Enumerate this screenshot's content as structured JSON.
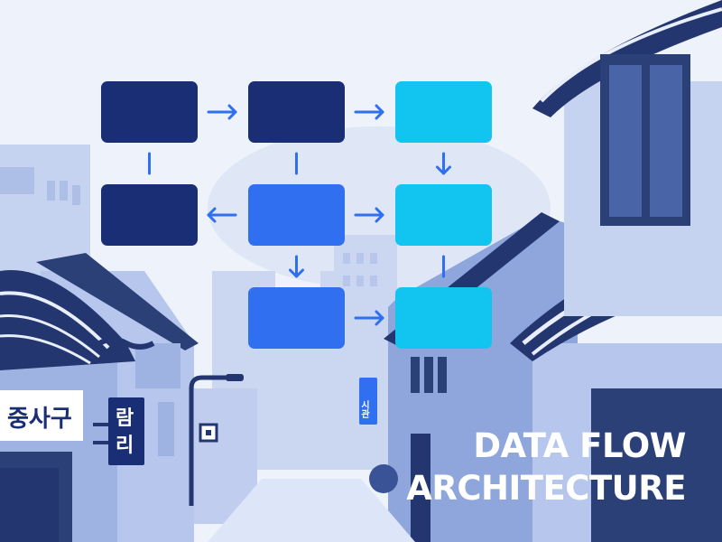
{
  "title": {
    "line1": "DATA FLOW",
    "line2": "ARCHITECTURE"
  },
  "signs": {
    "left_shop": "중사구",
    "hanging_top": "람",
    "hanging_bottom": "리",
    "right_blue": "시관"
  },
  "colors": {
    "sky": "#eef2fb",
    "building_light": "#b9c8ec",
    "building_mid": "#8fa6dc",
    "roof": "#23366f",
    "navy": "#1a2e75",
    "royal": "#2f6ff0",
    "cyan": "#12c4f0",
    "arrow": "#2f6ff0"
  },
  "diagram": {
    "nodes": [
      {
        "id": "r1c1",
        "color": "navy"
      },
      {
        "id": "r1c2",
        "color": "navy"
      },
      {
        "id": "r1c3",
        "color": "cyan"
      },
      {
        "id": "r2c1",
        "color": "navy"
      },
      {
        "id": "r2c2",
        "color": "royal"
      },
      {
        "id": "r2c3",
        "color": "cyan"
      },
      {
        "id": "r3c2",
        "color": "royal"
      },
      {
        "id": "r3c3",
        "color": "cyan"
      }
    ],
    "edges": [
      {
        "from": "r1c1",
        "to": "r1c2",
        "style": "arrow"
      },
      {
        "from": "r1c2",
        "to": "r1c3",
        "style": "arrow"
      },
      {
        "from": "r1c1",
        "to": "r2c1",
        "style": "line"
      },
      {
        "from": "r1c2",
        "to": "r2c2",
        "style": "line"
      },
      {
        "from": "r1c3",
        "to": "r2c3",
        "style": "arrow"
      },
      {
        "from": "r2c2",
        "to": "r2c1",
        "style": "arrow"
      },
      {
        "from": "r2c2",
        "to": "r2c3",
        "style": "arrow"
      },
      {
        "from": "r2c2",
        "to": "r3c2",
        "style": "arrow"
      },
      {
        "from": "r2c3",
        "to": "r3c3",
        "style": "line"
      },
      {
        "from": "r3c2",
        "to": "r3c3",
        "style": "arrow"
      }
    ]
  }
}
